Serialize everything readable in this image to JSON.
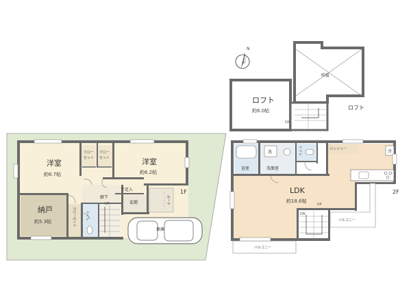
{
  "compass": {
    "label": "N"
  },
  "floor1": {
    "label": "1F",
    "rooms": {
      "western_left": {
        "name": "洋室",
        "area": "約6.7帖"
      },
      "western_right": {
        "name": "洋室",
        "area": "約6.2帖"
      },
      "closet_a": {
        "name": "クロー\nゼット"
      },
      "closet_b": {
        "name": "クロー\nゼット"
      },
      "storage": {
        "name": "納戸",
        "area": "約5.3帖"
      },
      "closet_c": {
        "name": "クローゼット"
      },
      "hallway": {
        "name": "廊下"
      },
      "shoe_storage": {
        "name": "下足入"
      },
      "entrance": {
        "name": "玄関"
      },
      "toilet": {
        "name": "トイレ"
      },
      "porch": {
        "name": "ポーチ"
      },
      "garage": {
        "name": "車庫"
      },
      "stair_up": "UP"
    }
  },
  "floor2": {
    "label": "2F",
    "rooms": {
      "ldk": {
        "name": "LDK",
        "area": "約18.6帖"
      },
      "bath": {
        "name": "浴室"
      },
      "washroom": {
        "name": "洗面室"
      },
      "washer": {
        "name": "洗"
      },
      "toilet": {
        "name": "トイレ"
      },
      "pantry": {
        "name": "パントリー"
      },
      "fridge": {
        "name": "冷"
      },
      "balcony_right": {
        "name": "バルコニー"
      },
      "balcony_bottom": {
        "name": "バルコニー"
      },
      "stair_dn": "DN",
      "stair_up": "UP"
    }
  },
  "loft": {
    "label": "ロフト",
    "rooms": {
      "loft": {
        "name": "ロフト",
        "area": "約6.0帖"
      },
      "void": {
        "name": "吹抜"
      },
      "stair_dn": "DN"
    }
  },
  "colors": {
    "yard": "#e0e9d2",
    "room": "#f8f0d8",
    "storage": "#d9d1b7",
    "ldk": "#f7e3c8",
    "wet": "#dde9f2",
    "wall": "#6a6a6a"
  }
}
